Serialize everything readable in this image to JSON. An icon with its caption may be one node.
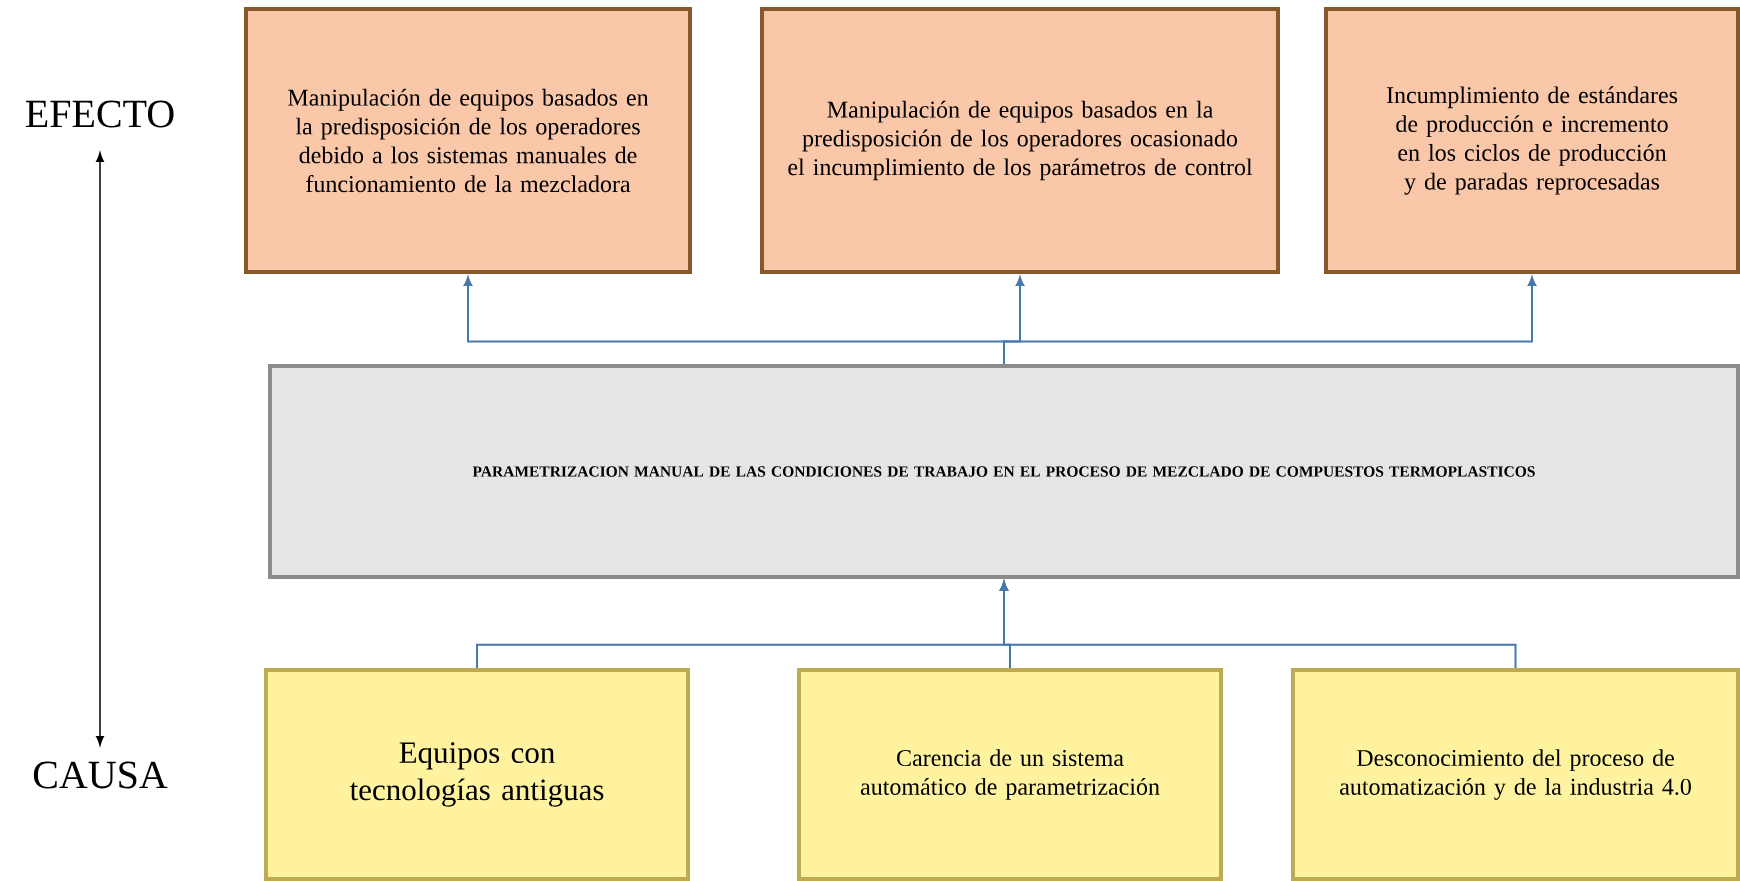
{
  "diagram": {
    "nodes": [
      {
        "text": [
          "Manipulación de equipos basados en la predisposición de los operadores debido a los sistemas manuales de funcionamiento de la mezcladora"
        ]
      },
      {
        "text": [
          "Manipulación de equipos basados en la predisposición de los operadores ocasionado el incumplimiento de los parámetros de control"
        ]
      },
      {
        "text": [
          "Incumplimiento de estándares de producción e incremento en los ciclos de producción y de paradas reprocesadas"
        ]
      },
      {
        "text": [
          "PARAMETRIZACION MANUAL DE LAS CONDICIONES DE TRABAJO EN EL PROCESO DE MEZCLADO DE COMPUESTOS TERMOPLASTICOS"
        ]
      },
      {
        "text": [
          "Equipos con tecnologías antiguas"
        ]
      },
      {
        "text": [
          "Carencia de un sistema automático de parametrización"
        ]
      },
      {
        "text": [
          "Desconocimiento del proceso de automatización y de la industria 4.0"
        ]
      }
    ],
    "edges": [
      {
        "from": 3,
        "to": 0,
        "arrow": "to"
      },
      {
        "from": 3,
        "to": 1,
        "arrow": "to"
      },
      {
        "from": 3,
        "to": 2,
        "arrow": "to"
      },
      {
        "from": 4,
        "to": 3,
        "arrow": "to"
      },
      {
        "from": 5,
        "to": 3,
        "arrow": "to"
      },
      {
        "from": 6,
        "to": 3,
        "arrow": "to"
      }
    ],
    "labels": [
      "EFECTO",
      "CAUSA"
    ]
  }
}
